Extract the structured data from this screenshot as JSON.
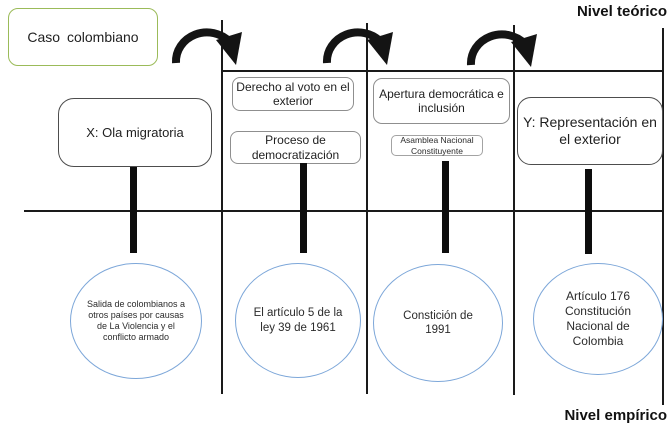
{
  "diagram": {
    "case": {
      "label": "Caso colombiano"
    },
    "levels": {
      "top": "Nivel teórico",
      "bottom": "Nivel empírico"
    },
    "columns": [
      {
        "theoretical": [
          "X: Ola migratoria"
        ],
        "empirical": "Salida de colombianos a otros países por causas de La Violencia y el conflicto armado"
      },
      {
        "theoretical": [
          "Derecho al voto en el exterior",
          "Proceso de democratización"
        ],
        "empirical": "El artículo 5 de la ley 39 de 1961"
      },
      {
        "theoretical": [
          "Apertura democrática e inclusión",
          "Asamblea Nacional Constituyente"
        ],
        "empirical": "Constición de 1991"
      },
      {
        "theoretical": [
          "Y: Representación en el exterior"
        ],
        "empirical": "Artículo 176 Constitución Nacional de Colombia"
      }
    ],
    "colors": {
      "case_border": "#9bbb59",
      "circle_border": "#7da7d9",
      "line_color": "#1a1a1a",
      "arrow_color": "#141414"
    }
  }
}
